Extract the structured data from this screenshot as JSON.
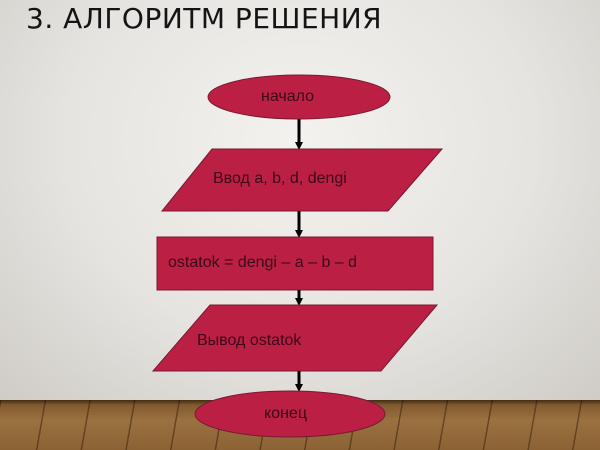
{
  "slide": {
    "title": "3. АЛГОРИТМ РЕШЕНИЯ"
  },
  "flowchart": {
    "fill_color": "#BB1F44",
    "stroke_color": "#7a1a30",
    "text_color": "#3a0a18",
    "arrow_color": "#000000",
    "nodes": [
      {
        "id": "start",
        "shape": "ellipse",
        "label": "начало"
      },
      {
        "id": "input",
        "shape": "parallelogram",
        "label": "Ввод a, b, d, dengi"
      },
      {
        "id": "process",
        "shape": "rectangle",
        "label": "ostatok = dengi – a – b – d"
      },
      {
        "id": "output",
        "shape": "parallelogram",
        "label": "Вывод ostatok"
      },
      {
        "id": "end",
        "shape": "ellipse",
        "label": "конец"
      }
    ],
    "edges": [
      {
        "from": "start",
        "to": "input"
      },
      {
        "from": "input",
        "to": "process"
      },
      {
        "from": "process",
        "to": "output"
      },
      {
        "from": "output",
        "to": "end"
      }
    ]
  }
}
